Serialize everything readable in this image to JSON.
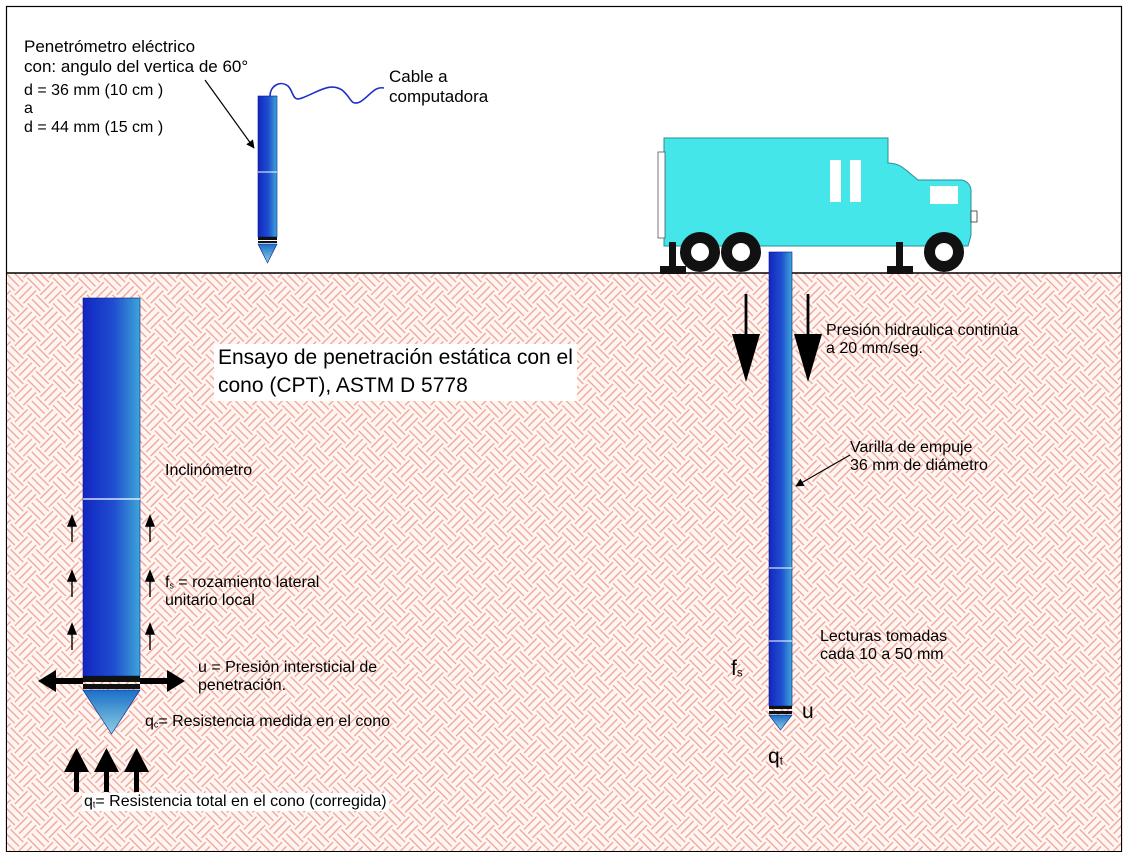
{
  "title_line1": "Ensayo de penetración estática  con el",
  "title_line2": "cono (CPT), ASTM  D 5778",
  "penetrometer": {
    "line1": "Penetrómetro eléctrico",
    "line2": "con: angulo del vertica de 60°",
    "line3": "d = 36 mm (10 cm )",
    "line4": "a",
    "line5": "d = 44 mm (15 cm )"
  },
  "cable": {
    "line1": "Cable a",
    "line2": "computadora"
  },
  "pressure": {
    "line1": "Presión hidraulica continúa",
    "line2": "a 20 mm/seg."
  },
  "rod": {
    "line1": "Varilla de empuje",
    "line2": "36 mm de diámetro"
  },
  "readings": {
    "line1": "Lecturas tomadas",
    "line2": "cada 10 a 50 mm"
  },
  "inclinometer": "Inclinómetro",
  "fs": {
    "f": "f",
    "sub": "s",
    "rest": " = rozamiento lateral",
    "line2": "unitario local"
  },
  "u_label": {
    "line1": "u = Presión intersticial de",
    "line2": "penetración."
  },
  "qc": {
    "q": "q",
    "sub": "c",
    "rest": "= Resistencia medida en el cono"
  },
  "qt_label": {
    "q": "q",
    "sub": "t",
    "rest": "= Resistencia total en el cono (corregida)"
  },
  "symbols": {
    "fs_f": "f",
    "fs_sub": "s",
    "u": "u",
    "qt_q": "q",
    "qt_sub": "t"
  },
  "colors": {
    "truck": "#44e6ea",
    "rod_dark": "#1828c8",
    "rod_light": "#3a9ad8",
    "soil_line": "#ef9f8f",
    "soil_bg": "#fff6f3"
  }
}
